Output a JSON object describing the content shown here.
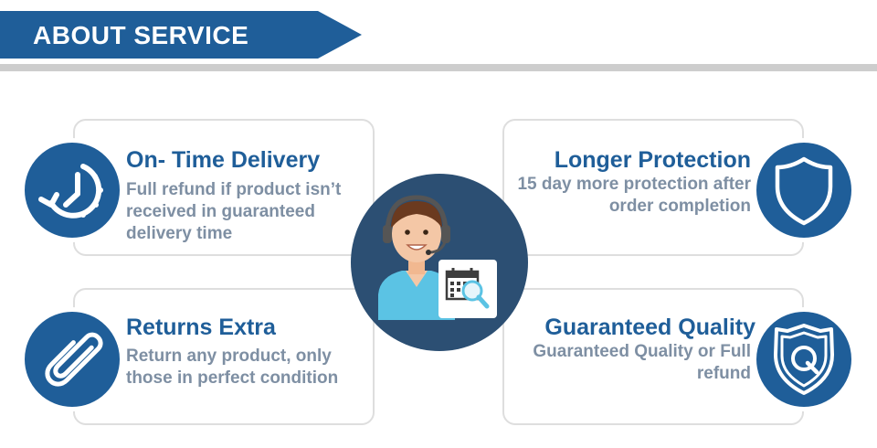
{
  "header": {
    "title": "ABOUT SERVICE"
  },
  "services": {
    "delivery": {
      "title": "On- Time Delivery",
      "description": "Full refund if product isn’t received in guaranteed delivery time",
      "icon": "clock-icon"
    },
    "protection": {
      "title": "Longer Protection",
      "description": "15 day more protection after order completion",
      "icon": "shield-icon"
    },
    "returns": {
      "title": "Returns Extra",
      "description": "Return any product, only those in perfect condition",
      "icon": "paperclip-icon"
    },
    "quality": {
      "title": "Guaranteed Quality",
      "description": "Guaranteed Quality or Full refund",
      "icon": "quality-badge-icon"
    }
  },
  "center": {
    "icon": "support-agent-icon",
    "badge_icon": "calendar-search-icon"
  },
  "colors": {
    "brand_blue": "#1f5e99",
    "description_gray": "#7e8fa3",
    "card_border": "#dedede",
    "center_navy": "#2c4f73"
  }
}
